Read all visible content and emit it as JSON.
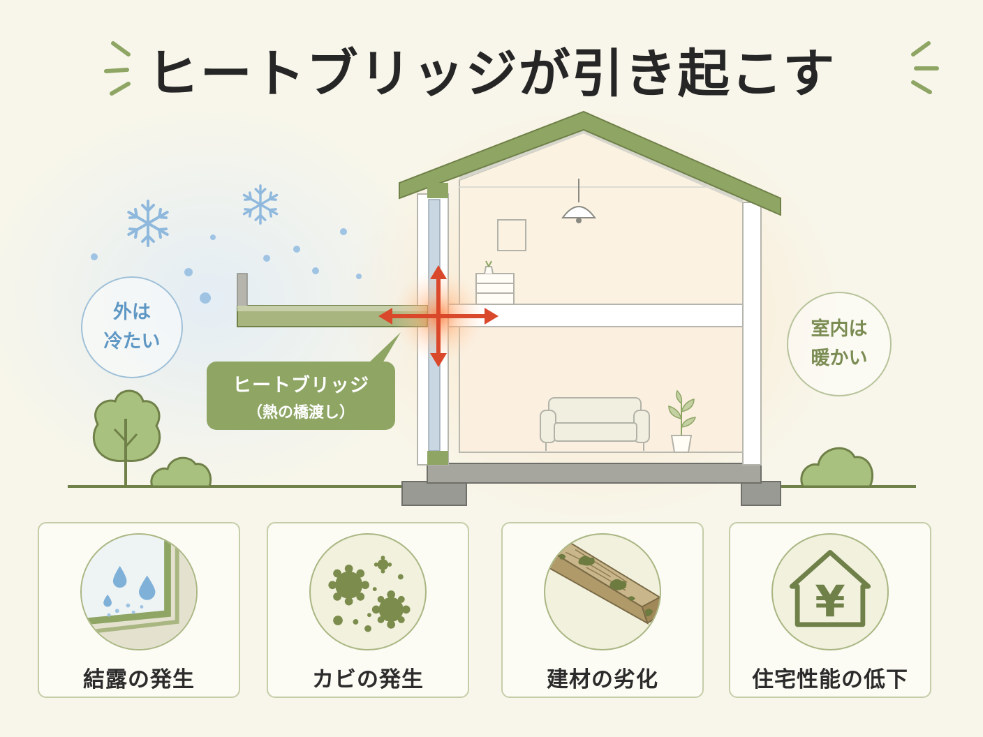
{
  "title": "ヒートブリッジが引き起こす",
  "labels": {
    "outside_line1": "外は",
    "outside_line2": "冷たい",
    "inside_line1": "室内は",
    "inside_line2": "暖かい",
    "bridge_line1": "ヒートブリッジ",
    "bridge_line2": "（熱の橋渡し）"
  },
  "effects": [
    {
      "label": "結露の発生",
      "icon": "condensation-window-icon"
    },
    {
      "label": "カビの発生",
      "icon": "mold-spores-icon"
    },
    {
      "label": "建材の劣化",
      "icon": "rotting-wood-icon"
    },
    {
      "label": "住宅性能の低下",
      "icon": "house-yen-icon"
    }
  ],
  "colors": {
    "accent_green": "#8ea564",
    "cold_blue": "#5f97c4",
    "heat_red": "#d9482b",
    "background": "#f8f6ea"
  }
}
